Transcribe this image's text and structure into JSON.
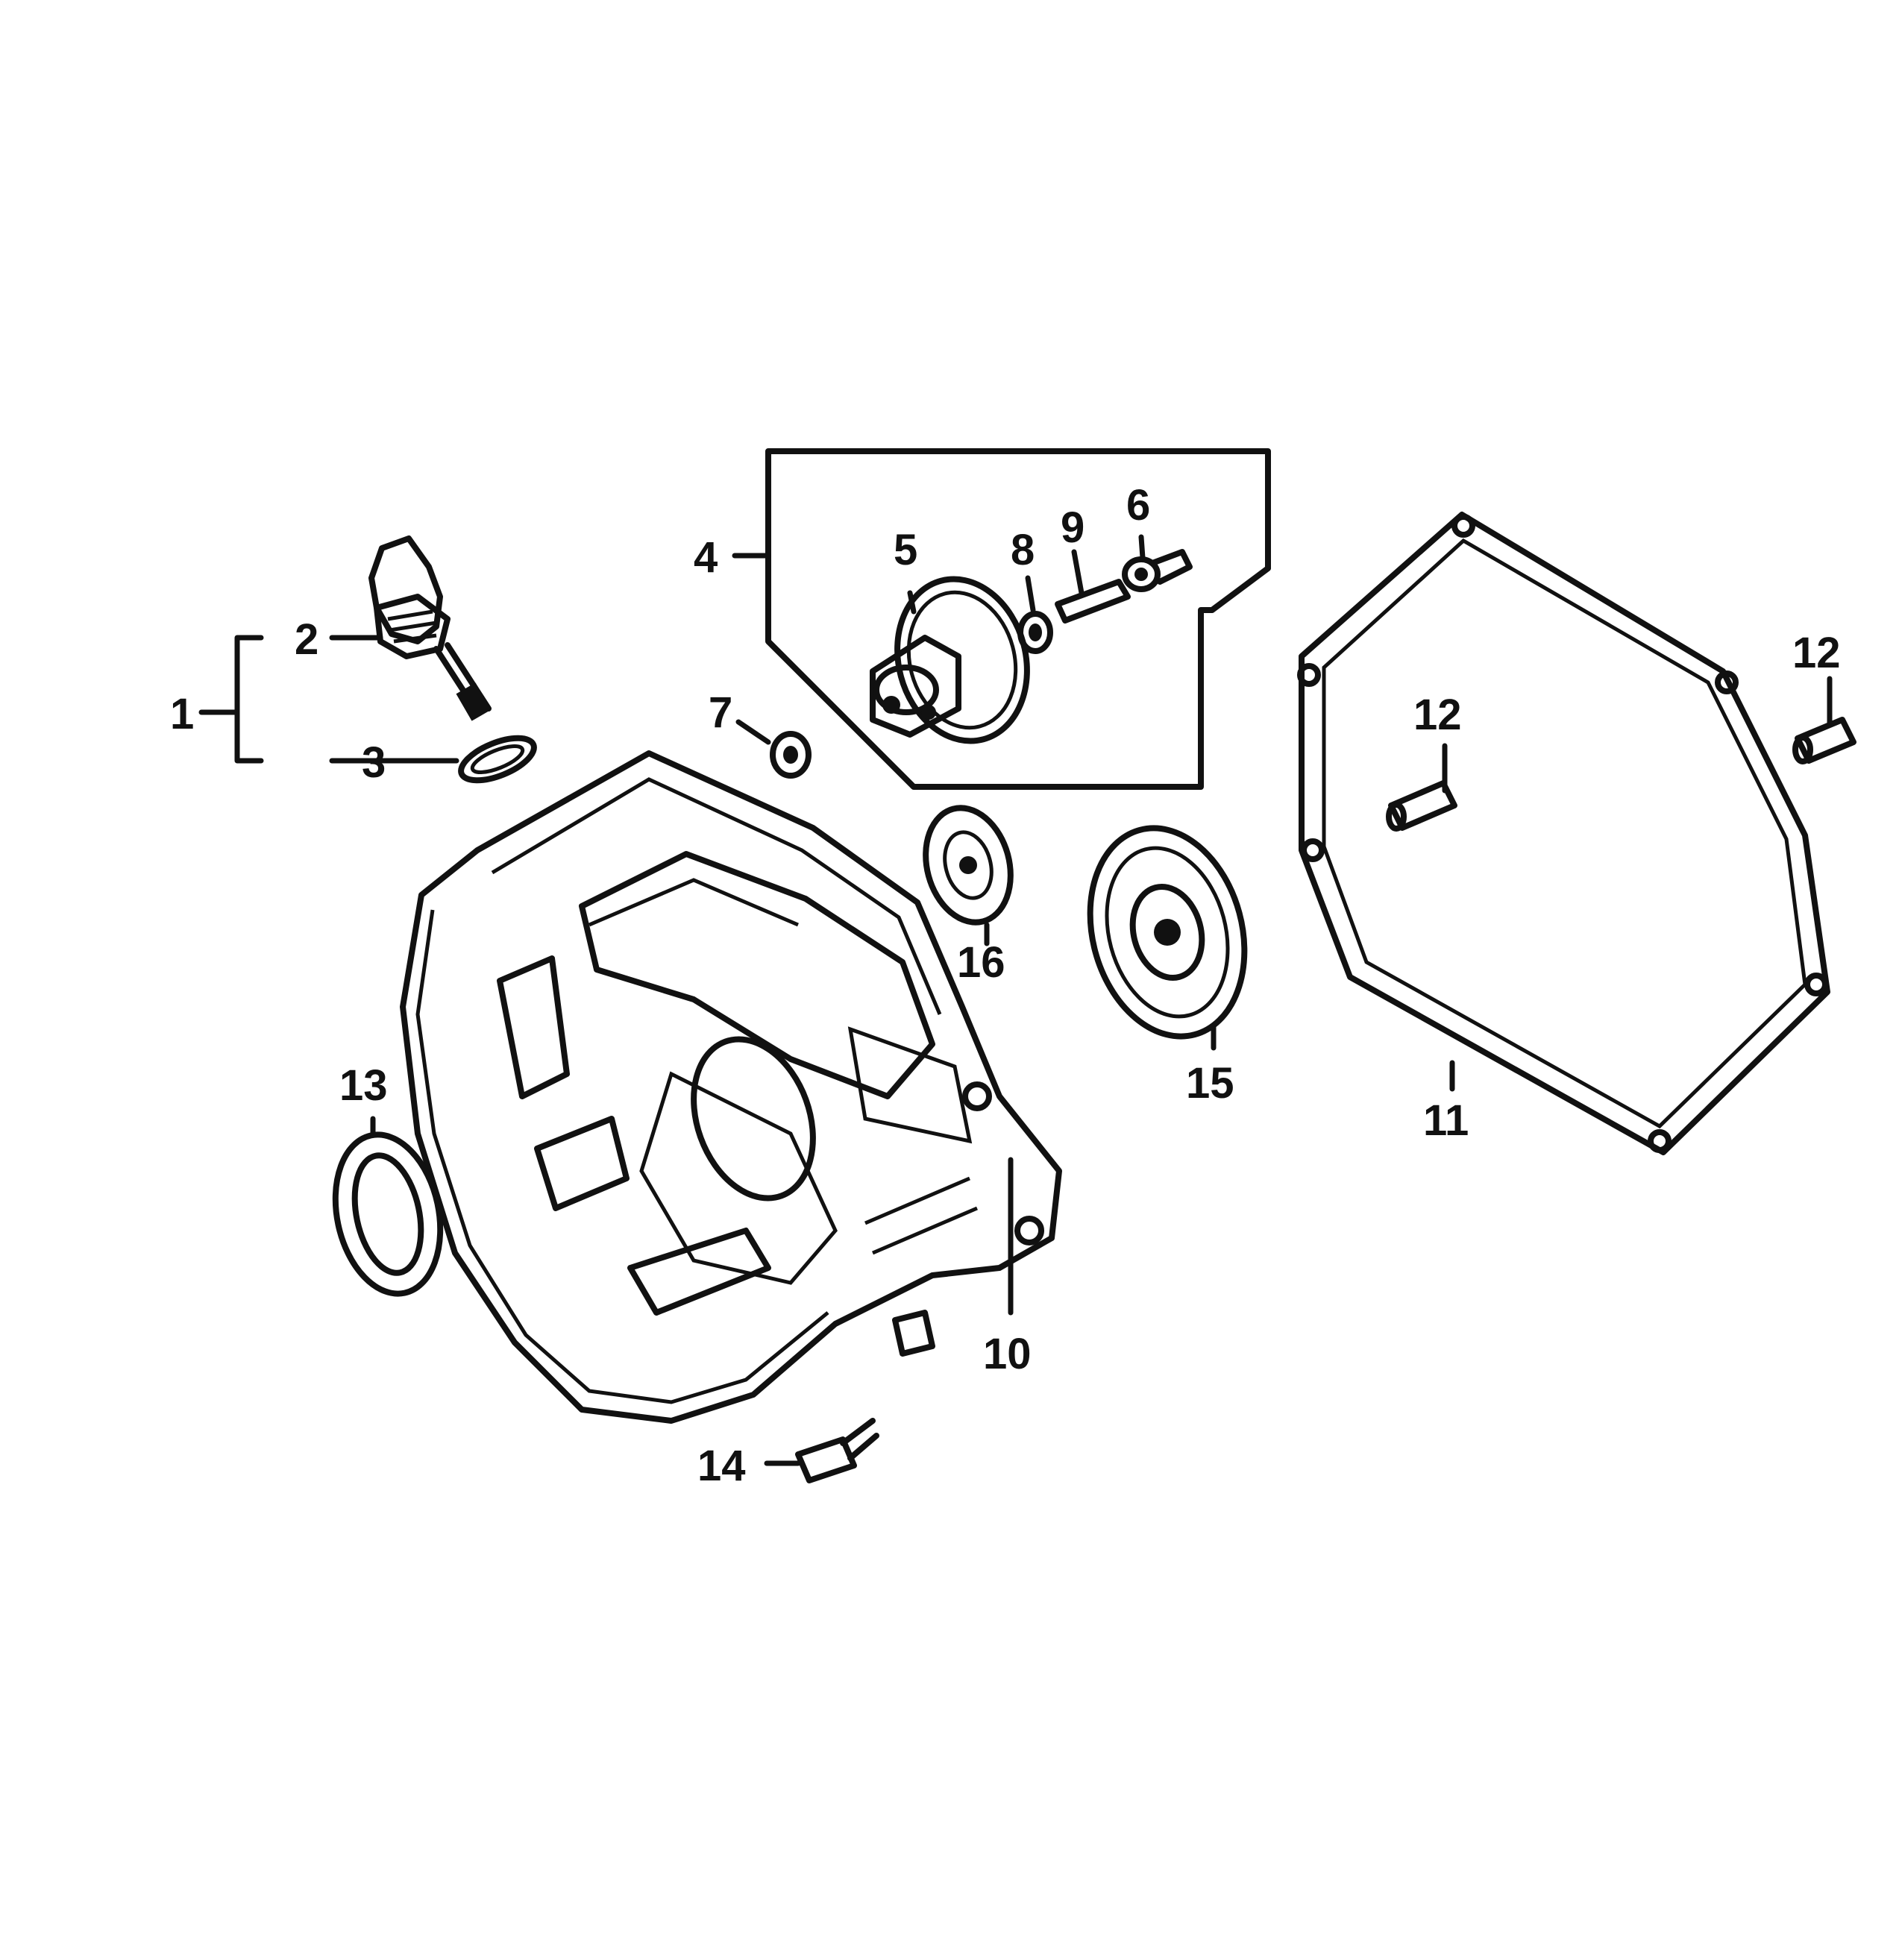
{
  "diagram": {
    "callouts": {
      "c1": "1",
      "c2": "2",
      "c3": "3",
      "c4": "4",
      "c5": "5",
      "c6": "6",
      "c7": "7",
      "c8": "8",
      "c9": "9",
      "c10": "10",
      "c11": "11",
      "c12a": "12",
      "c12b": "12",
      "c13": "13",
      "c14": "14",
      "c15": "15",
      "c16": "16"
    }
  }
}
